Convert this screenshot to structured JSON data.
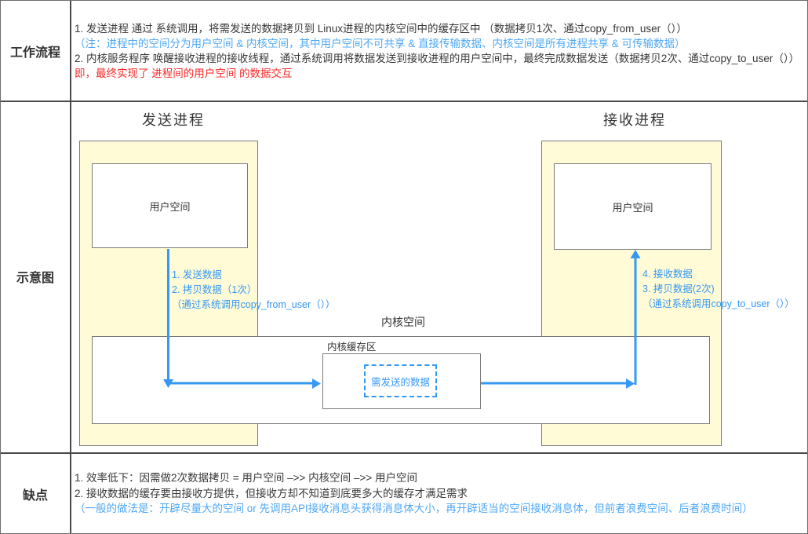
{
  "colors": {
    "accent_blue": "#3598F5",
    "note_blue": "#4FA8F5",
    "alert_red": "#FA2A2A",
    "box_yellow": "#FFFBD6",
    "border_gray": "#7a7a7a",
    "table_line": "#4a4a4a",
    "text_dark": "#383838"
  },
  "rows": {
    "workflow": {
      "label": "工作流程",
      "lines": [
        {
          "text": "1. 发送进程 通过 系统调用，将需发送的数据拷贝到 Linux进程的内核空间中的缓存区中 （数据拷贝1次、通过copy_from_user（））",
          "style": "dark"
        },
        {
          "text": "（注：进程中的空间分为用户空间 & 内核空间，其中用户空间不可共享 & 直接传输数据、内核空间是所有进程共享 & 可传输数据）",
          "style": "blue"
        },
        {
          "text": "2. 内核服务程序 唤醒接收进程的接收线程，通过系统调用将数据发送到接收进程的用户空间中，最终完成数据发送（数据拷贝2次、通过copy_to_user（））",
          "style": "dark"
        },
        {
          "text": "即，最终实现了 进程间的用户空间 的数据交互",
          "style": "red"
        }
      ]
    },
    "diagram": {
      "label": "示意图",
      "sender_title": "发送进程",
      "receiver_title": "接收进程",
      "sender_user_space": "用户空间",
      "receiver_user_space": "用户空间",
      "kernel_space_label": "内核空间",
      "kernel_buffer_label": "内核缓存区",
      "data_box_label": "需发送的数据",
      "send_steps": [
        "1. 发送数据",
        "2. 拷贝数据（1次）",
        "（通过系统调用copy_from_user（））"
      ],
      "receive_steps": [
        "4. 接收数据",
        "3. 拷贝数据(2次)",
        "（通过系统调用copy_to_user（））"
      ]
    },
    "drawbacks": {
      "label": "缺点",
      "lines": [
        {
          "text": "1. 效率低下：因需做2次数据拷贝 = 用户空间 –>> 内核空间 –>> 用户空间",
          "style": "dark"
        },
        {
          "text": "2. 接收数据的缓存要由接收方提供，但接收方却不知道到底要多大的缓存才满足需求",
          "style": "dark"
        },
        {
          "text": "（一般的做法是：开辟尽量大的空间 or 先调用API接收消息头获得消息体大小，再开辟适当的空间接收消息体，但前者浪费空间、后者浪费时间）",
          "style": "blue"
        }
      ]
    }
  }
}
